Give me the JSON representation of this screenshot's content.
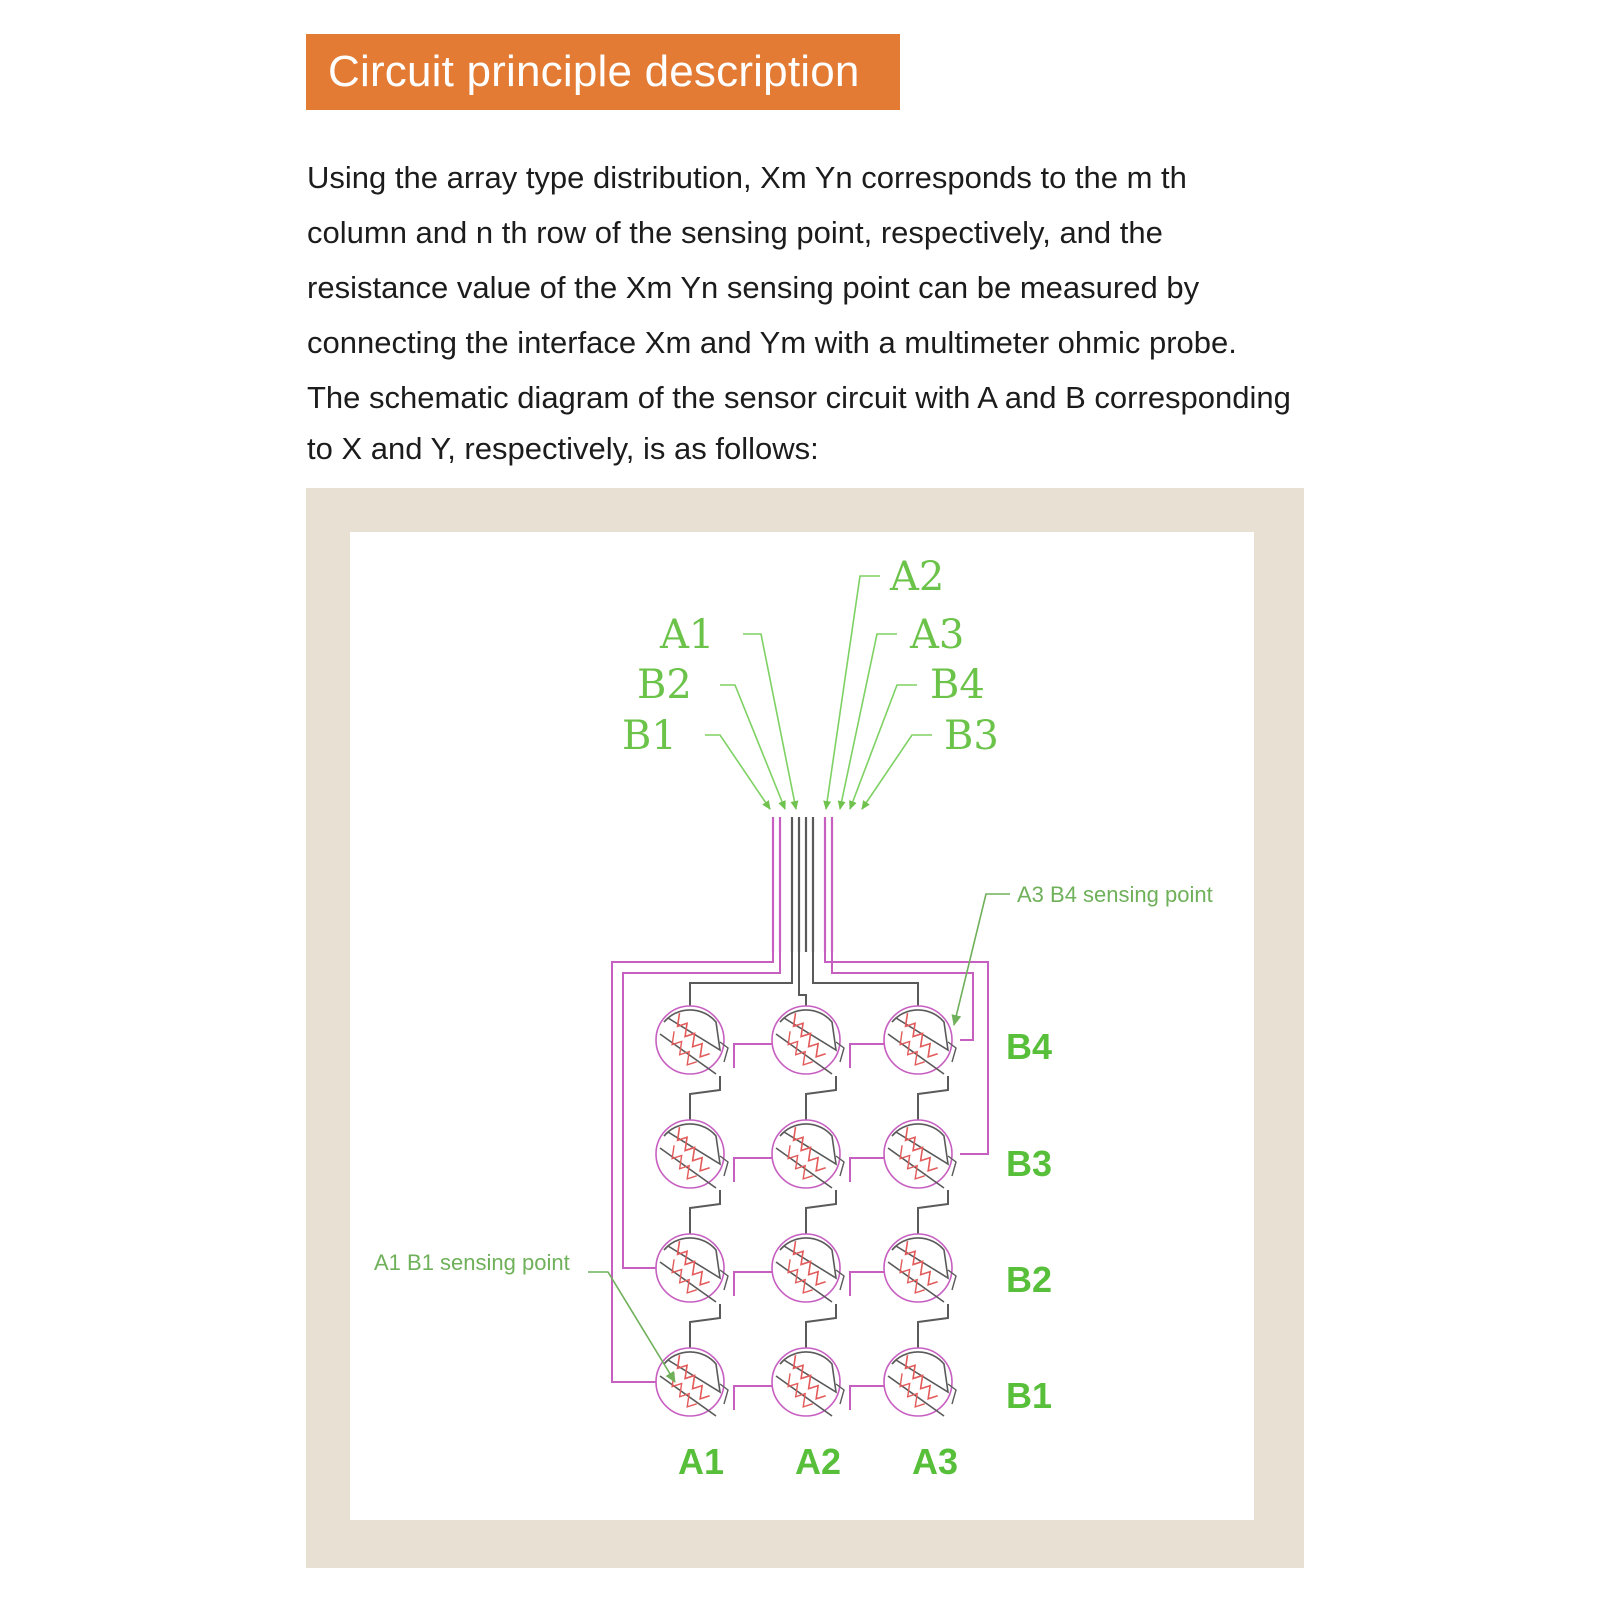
{
  "header": {
    "title": "Circuit principle description"
  },
  "description": {
    "paragraph1_lines": [
      "Using the array type distribution, Xm Yn corresponds to the m th",
      "column and n th row of the sensing point, respectively, and the",
      "resistance value of the Xm Yn sensing point can be measured by",
      "connecting the interface Xm and Ym with a multimeter ohmic probe."
    ],
    "paragraph2_lines": [
      "The schematic diagram of the sensor circuit with A and B corresponding",
      "to X and Y, respectively, is as follows:"
    ]
  },
  "diagram": {
    "lead_labels": {
      "left": [
        "A1",
        "B2",
        "B1"
      ],
      "right": [
        "A2",
        "A3",
        "B4",
        "B3"
      ]
    },
    "row_labels": [
      "B4",
      "B3",
      "B2",
      "B1"
    ],
    "column_labels": [
      "A1",
      "A2",
      "A3"
    ],
    "annotations": {
      "a3b4": "A3 B4 sensing point",
      "a1b1": "A1 B1 sensing point"
    },
    "colors": {
      "lead": "#7ed163",
      "label_green": "#6cc34a",
      "row_wire": "#c75fc0",
      "column_wire": "#5a5a5a",
      "annotation": "#6fb05a",
      "frame": "#e8e0d3",
      "banner": "#e37b34"
    }
  }
}
